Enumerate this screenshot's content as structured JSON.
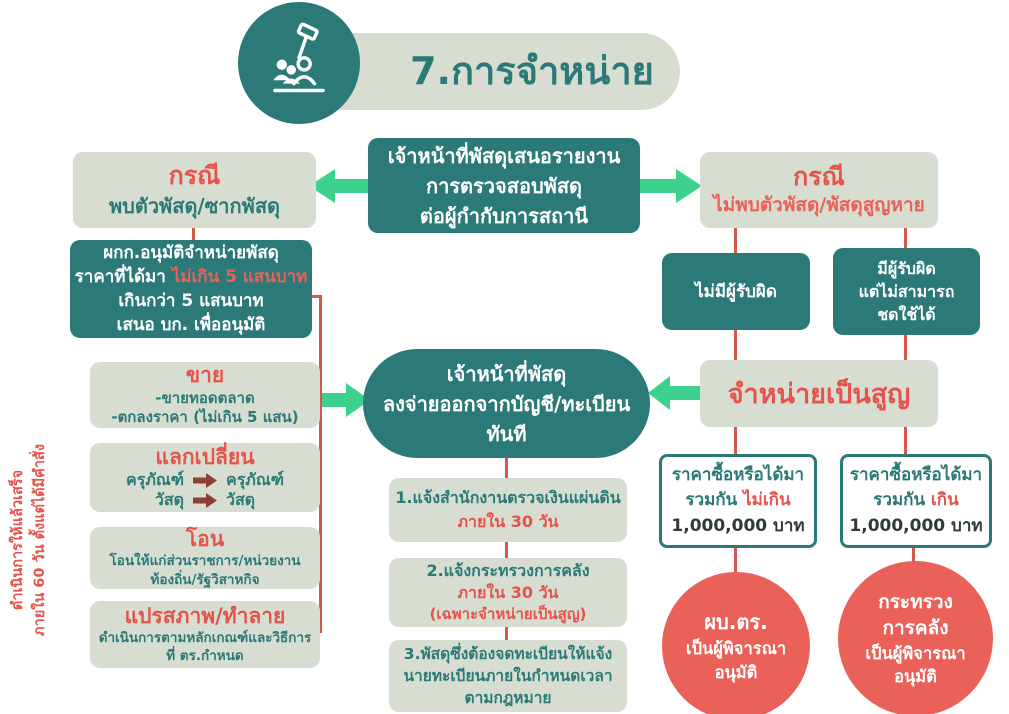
{
  "colors": {
    "teal": "#2b7a78",
    "light": "#d8ddd2",
    "coral": "#e96158",
    "red": "#e4544c",
    "line": "#d9564e",
    "green": "#3cd28e",
    "maroon": "#8e4037",
    "dark": "#2e3b3a"
  },
  "header": {
    "title": "7.การจำหน่าย",
    "icon": "auction-people-icon"
  },
  "report_box": {
    "line1": "เจ้าหน้าที่พัสดุเสนอรายงาน",
    "line2": "การตรวจสอบพัสดุ",
    "line3": "ต่อผู้กำกับการสถานี"
  },
  "left_case": {
    "title": "กรณี",
    "subtitle": "พบตัวพัสดุ/ซากพัสดุ"
  },
  "approval_box": {
    "line1": "ผกก.อนุมัติจำหน่ายพัสดุ",
    "line2_plain": "ราคาที่ได้มา ",
    "line2_red": "ไม่เกิน 5 แสนบาท",
    "line3": "เกินกว่า 5 แสนบาท",
    "line4": "เสนอ บก. เพื่ออนุมัติ"
  },
  "methods": {
    "sell": {
      "title": "ขาย",
      "line1": "-ขายทอดตลาด",
      "line2": "-ตกลงราคา (ไม่เกิน 5 แสน)"
    },
    "exchange": {
      "title": "แลกเปลี่ยน",
      "row1_left": "ครุภัณฑ์",
      "row1_right": "ครุภัณฑ์",
      "row2_left": "วัสดุ",
      "row2_right": "วัสดุ"
    },
    "transfer": {
      "title": "โอน",
      "line1": "โอนให้แก่ส่วนราชการ/หน่วยงาน",
      "line2": "ท้องถิ่น/รัฐวิสาหกิจ"
    },
    "dispose": {
      "title": "แปรสภาพ/ทำลาย",
      "line1": "ดำเนินการตามหลักเกณฑ์และวิธีการ",
      "line2": "ที่ ตร.กำหนด"
    }
  },
  "deadline_note": {
    "line1": "ดำเนินการให้แล้วเสร็จ",
    "line2": "ภายใน 60 วัน ตั้งแต่ได้มีคำสั่ง"
  },
  "ledger_oval": {
    "line1": "เจ้าหน้าที่พัสดุ",
    "line2": "ลงจ่ายออกจากบัญชี/ทะเบียน",
    "line3": "ทันที"
  },
  "steps": {
    "step1": {
      "main": "1.แจ้งสำนักงานตรวจเงินแผ่นดิน",
      "red": "ภายใน 30 วัน"
    },
    "step2": {
      "main": "2.แจ้งกระทรวงการคลัง",
      "red1": "ภายใน 30 วัน",
      "red2": "(เฉพาะจำหน่ายเป็นสูญ)"
    },
    "step3": {
      "line1": "3.พัสดุซึ่งต้องจดทะเบียนให้แจ้ง",
      "line2": "นายทะเบียนภายในกำหนดเวลา",
      "line3": "ตามกฎหมาย"
    }
  },
  "right_case": {
    "title": "กรณี",
    "subtitle": "ไม่พบตัวพัสดุ/พัสดุสูญหาย"
  },
  "liability": {
    "no_liable": "ไม่มีผู้รับผิด",
    "liable_line1": "มีผู้รับผิด",
    "liable_line2": "แต่ไม่สามารถ",
    "liable_line3": "ชดใช้ได้"
  },
  "writeoff_label": "จำหน่ายเป็นสูญ",
  "amount_under": {
    "line1": "ราคาซื้อหรือได้มา",
    "line2_plain": "รวมกัน ",
    "line2_red": "ไม่เกิน",
    "line3": "1,000,000 บาท"
  },
  "amount_over": {
    "line1": "ราคาซื้อหรือได้มา",
    "line2_plain": "รวมกัน ",
    "line2_red": "เกิน",
    "line3": "1,000,000 บาท"
  },
  "approver_police": {
    "line1": "ผบ.ตร.",
    "line2": "เป็นผู้พิจารณา",
    "line3": "อนุมัติ"
  },
  "approver_ministry": {
    "line1": "กระทรวง",
    "line2": "การคลัง",
    "line3": "เป็นผู้พิจารณา",
    "line4": "อนุมัติ"
  }
}
